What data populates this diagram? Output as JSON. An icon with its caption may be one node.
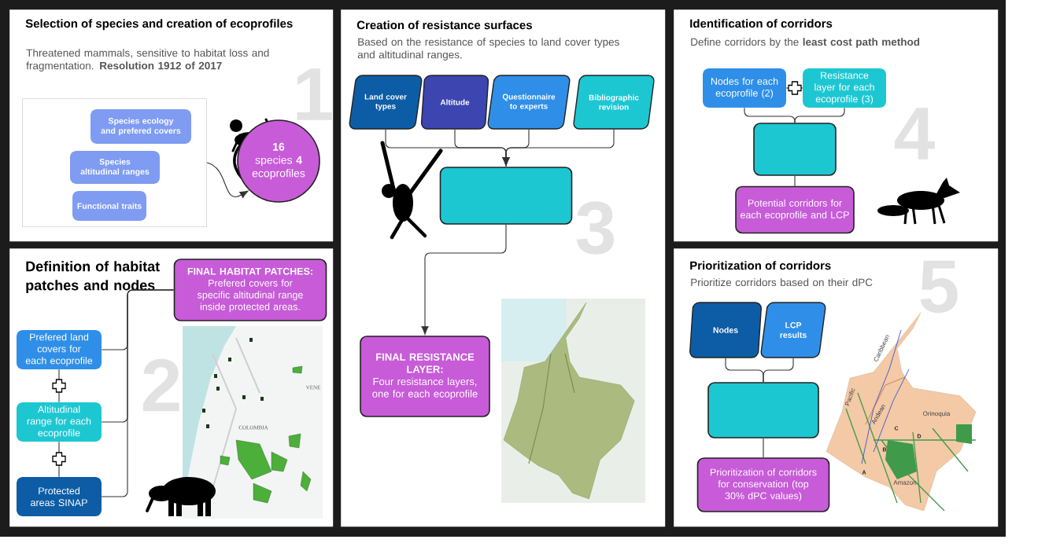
{
  "diagram": {
    "nodes": [
      {
        "text": [
          "Selection of species and creation of ecoprofiles",
          "Threatened mammals, sensitive to habitat loss and fragmentation. **Resolution 1912 of 2017**"
        ]
      },
      {
        "text": [],
        "shape": "box",
        "in": 0
      },
      {
        "text": [
          "Species ecology and prefered covers"
        ],
        "in": 1
      },
      {
        "text": [
          "Species altitudinal ranges"
        ],
        "in": 1
      },
      {
        "text": [
          "Functional traits"
        ],
        "in": 1
      },
      {
        "text": [
          "**16** species **4** ecoprofiles"
        ],
        "in": 0
      },
      {
        "text": [
          "Definition of habitat patches and nodes"
        ]
      },
      {
        "text": [
          "FINAL HABITAT PATCHES:",
          "Prefered covers for specific altitudinal range inside protected areas."
        ],
        "in": 6
      },
      {
        "text": [
          "Prefered land covers for each ecoprofile"
        ],
        "in": 6
      },
      {
        "text": [
          "Altitudinal range for each ecoprofile"
        ],
        "in": 6
      },
      {
        "text": [
          "Protected areas SINAP"
        ],
        "in": 6
      },
      {
        "text": [
          "Creation of resistance surfaces",
          "Based on the resistance of species to land cover types and altitudinal ranges."
        ]
      },
      {
        "text": [
          "Land cover types"
        ],
        "in": 11
      },
      {
        "text": [
          "Altitude"
        ],
        "in": 11
      },
      {
        "text": [
          "Questionnaire to experts"
        ],
        "in": 11
      },
      {
        "text": [
          "Bibliographic revision"
        ],
        "in": 11
      },
      {
        "text": [],
        "shape": "box",
        "in": 11
      },
      {
        "text": [
          "FINAL RESISTANCE LAYER:",
          "Four resistance layers, one for each ecoprofile"
        ],
        "in": 11
      },
      {
        "text": [
          "Identification of corridors",
          "Define corridors by the **least cost path method**"
        ]
      },
      {
        "text": [
          "Nodes for each ecoprofile (2)"
        ],
        "in": 18
      },
      {
        "text": [
          "Resistance layer for each ecoprofile (3)"
        ],
        "in": 18
      },
      {
        "text": [],
        "shape": "box",
        "in": 18
      },
      {
        "text": [
          "Potential corridors for each ecoprofile and LCP"
        ],
        "in": 18
      },
      {
        "text": [
          "Prioritization of corridors",
          "Prioritize corridors based on their dPC"
        ]
      },
      {
        "text": [
          "Nodes"
        ],
        "in": 23
      },
      {
        "text": [
          "LCP results"
        ],
        "in": 23
      },
      {
        "text": [],
        "shape": "box",
        "in": 23
      },
      {
        "text": [
          "Prioritization of corridors for conservation (top 30% dPC values)"
        ],
        "in": 23
      }
    ],
    "edges": [
      {
        "from": 1,
        "to": 5,
        "arrow": "to"
      },
      {
        "from": 8,
        "to": 7,
        "arrow": "none"
      },
      {
        "from": 9,
        "to": 7,
        "arrow": "none"
      },
      {
        "from": 10,
        "to": 7,
        "arrow": "none"
      },
      {
        "from": 8,
        "to": 9,
        "arrow": "none"
      },
      {
        "from": 9,
        "to": 10,
        "arrow": "none"
      },
      {
        "from": 12,
        "to": 16,
        "arrow": "to"
      },
      {
        "from": 13,
        "to": 16,
        "arrow": "to"
      },
      {
        "from": 14,
        "to": 16,
        "arrow": "to"
      },
      {
        "from": 15,
        "to": 16,
        "arrow": "to"
      },
      {
        "from": 16,
        "to": 17,
        "arrow": "to"
      },
      {
        "from": 19,
        "to": 20,
        "arrow": "none"
      },
      {
        "from": 19,
        "to": 21,
        "arrow": "none"
      },
      {
        "from": 20,
        "to": 21,
        "arrow": "none"
      },
      {
        "from": 21,
        "to": 22,
        "arrow": "none"
      },
      {
        "from": 24,
        "to": 26,
        "arrow": "none"
      },
      {
        "from": 25,
        "to": 26,
        "arrow": "none"
      },
      {
        "from": 26,
        "to": 27,
        "arrow": "none"
      }
    ],
    "labels": [
      "1",
      "2",
      "VENE",
      "COLOMBIA",
      "3",
      "4",
      "5",
      "Caribbean",
      "Pacific",
      "Andean",
      "Orinoquia",
      "C",
      "D",
      "B",
      "A",
      "Amazon"
    ]
  }
}
